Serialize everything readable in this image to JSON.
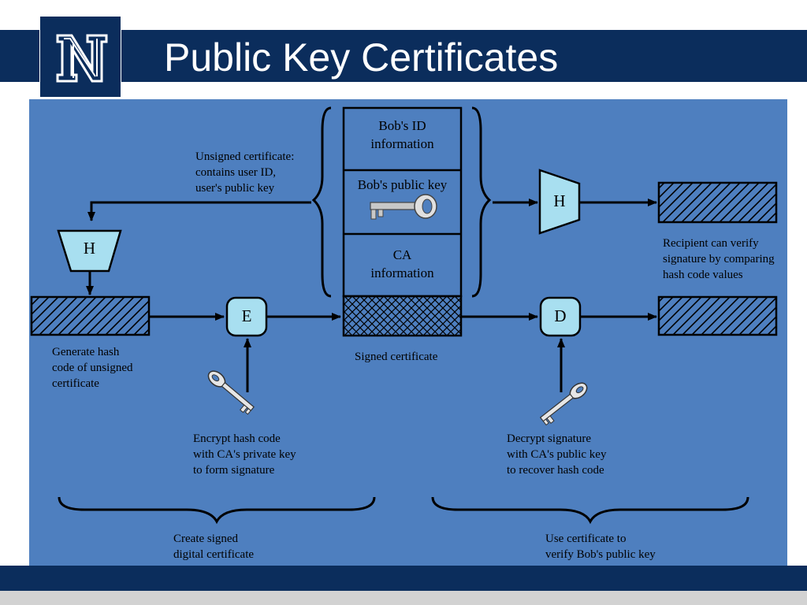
{
  "slide": {
    "title": "Public Key Certificates",
    "logo_text": "N",
    "colors": {
      "title_bar": "#0b2d5c",
      "diagram_bg": "#4e7fbf",
      "node_fill": "#a8dff0",
      "footer_strip": "#d2d2d2"
    }
  },
  "diagram": {
    "certificate_box": {
      "id_info": "Bob's ID\ninformation",
      "public_key": "Bob's public key",
      "ca_info": "CA\ninformation"
    },
    "unsigned_certificate_label": "Unsigned certificate:\ncontains user ID,\nuser's public key",
    "hash_left": "H",
    "hash_right": "H",
    "encrypt_node": "E",
    "decrypt_node": "D",
    "generate_hash_label": "Generate hash\ncode of unsigned\ncertificate",
    "signed_certificate_label": "Signed certificate",
    "encrypt_label": "Encrypt hash code\nwith CA's private key\nto form signature",
    "decrypt_label": "Decrypt signature\nwith CA's public key\nto recover hash code",
    "recipient_label": "Recipient can verify\nsignature by comparing\nhash code values",
    "create_label": "Create signed\ndigital certificate",
    "use_label": "Use certificate to\nverify Bob's public key",
    "icons": [
      "key-icon",
      "private-key-icon",
      "public-key-icon"
    ]
  }
}
